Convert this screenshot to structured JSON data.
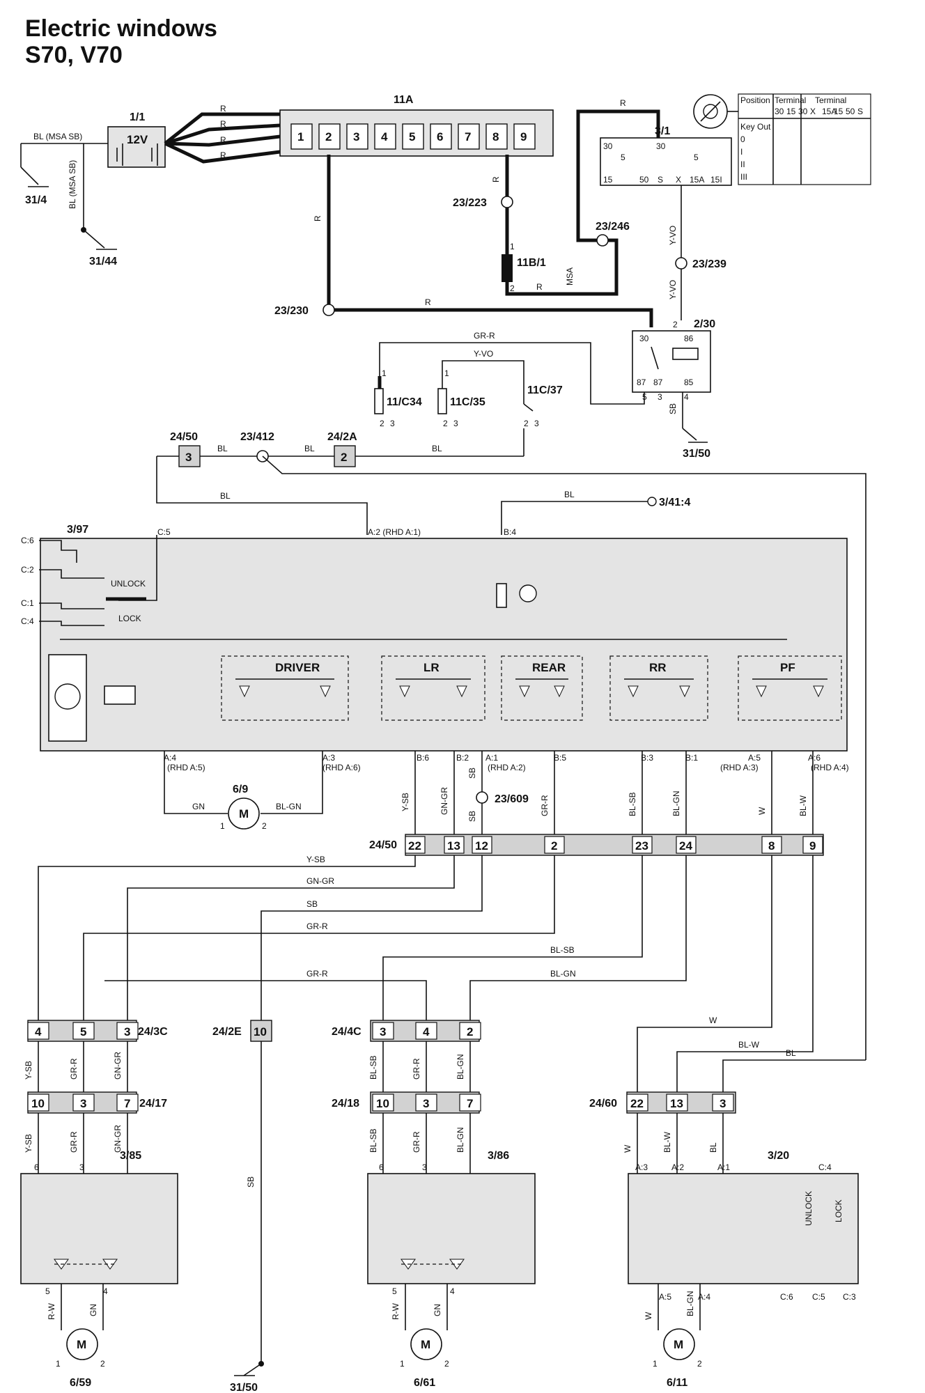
{
  "title": {
    "line1": "Electric windows",
    "line2": "S70, V70"
  },
  "components": {
    "c11A": "11A",
    "c1_1": "1/1",
    "battery": "12V",
    "c3_1": "3/1",
    "c23_223": "23/223",
    "c23_246": "23/246",
    "c11B_1": "11B/1",
    "c23_239": "23/239",
    "c23_230": "23/230",
    "c2_30": "2/30",
    "c31_4": "31/4",
    "c31_44": "31/44",
    "c11C34": "11/C34",
    "c11C35": "11C/35",
    "c11C37": "11C/37",
    "c31_50": "31/50",
    "c24_50": "24/50",
    "c23_412": "23/412",
    "c24_2A": "24/2A",
    "c3_41": "3/41:4",
    "c3_97": "3/97",
    "driver": "DRIVER",
    "lr": "LR",
    "rear": "REAR",
    "rr": "RR",
    "pf": "PF",
    "unlock": "UNLOCK",
    "lock": "LOCK",
    "c6_9": "6/9",
    "c23_609": "23/609",
    "conn24_50": "24/50",
    "c24_3C": "24/3C",
    "c24_2E": "24/2E",
    "c24_4C": "24/4C",
    "c24_17": "24/17",
    "c24_18": "24/18",
    "c24_60": "24/60",
    "c3_85": "3/85",
    "c3_86": "3/86",
    "c3_20": "3/20",
    "c6_59": "6/59",
    "c6_61": "6/61",
    "c6_11": "6/11",
    "c31_50b": "31/50",
    "motor": "M"
  },
  "fuses": [
    "1",
    "2",
    "3",
    "4",
    "5",
    "6",
    "7",
    "8",
    "9"
  ],
  "ignition_table": {
    "headers": [
      "Position",
      "Terminal",
      "Terminal"
    ],
    "sub_terminals": [
      "30",
      "15",
      "30",
      "X",
      "15A",
      "15",
      "50",
      "S"
    ],
    "rows": [
      "Key Out",
      "0",
      "I",
      "II",
      "III"
    ]
  },
  "switch_pins": {
    "s30": "30",
    "s15": "15",
    "s50": "50",
    "sS": "S",
    "sX": "X",
    "s15A": "15A",
    "s15I": "15I",
    "s5a": "5",
    "s5b": "5"
  },
  "relay_pins": {
    "p30": "30",
    "p86": "86",
    "p87": "87",
    "p87b": "87",
    "p85": "85",
    "p5": "5",
    "p3": "3",
    "p4": "4",
    "p2": "2",
    "p1": "1"
  },
  "wires": {
    "R": "R",
    "BL": "BL",
    "BL_MSA_SB": "BL (MSA SB)",
    "MSA": "MSA",
    "Y_VO": "Y-VO",
    "GR_R": "GR-R",
    "SB": "SB",
    "GN": "GN",
    "BL_GN": "BL-GN",
    "Y_SB": "Y-SB",
    "GN_GR": "GN-GR",
    "BL_SB": "BL-SB",
    "W": "W",
    "BL_W": "BL-W",
    "R_W": "R-W"
  },
  "module_pins": {
    "C5": "C:5",
    "A2": "A:2 (RHD A:1)",
    "B4": "B:4",
    "C6": "C:6",
    "C2": "C:2",
    "C1": "C:1",
    "C4": "C:4",
    "A4": "A:4",
    "A4r": "(RHD A:5)",
    "A3": "A:3",
    "A3r": "(RHD A:6)",
    "B6": "B:6",
    "B2": "B:2",
    "A1": "A:1",
    "A1r": "(RHD A:2)",
    "B5": "B:5",
    "B3": "B:3",
    "B1": "B:1",
    "A5": "A:5",
    "A5r": "(RHD A:3)",
    "A6": "A:6",
    "A6r": "(RHD A:4)"
  },
  "connector_24_50_pins": [
    "22",
    "13",
    "12",
    "2",
    "23",
    "24",
    "8",
    "9"
  ],
  "c24_3C_pins": [
    "4",
    "5",
    "3"
  ],
  "c24_2E_pin": "10",
  "c24_4C_pins": [
    "3",
    "4",
    "2"
  ],
  "c24_17_pins": [
    "10",
    "3",
    "7"
  ],
  "c24_18_pins": [
    "10",
    "3",
    "7"
  ],
  "c24_60_pins": [
    "22",
    "13",
    "3"
  ],
  "c24_50_small": "3",
  "c24_2A_small": "2",
  "door_pins": {
    "p6": "6",
    "p3": "3",
    "p5": "5",
    "p4": "4",
    "p1": "1",
    "p2": "2"
  },
  "pf_pins": {
    "A3": "A:3",
    "A2": "A:2",
    "A1": "A:1",
    "C4": "C:4",
    "A5": "A:5",
    "A4": "A:4",
    "C6": "C:6",
    "C5": "C:5",
    "C3": "C:3"
  }
}
